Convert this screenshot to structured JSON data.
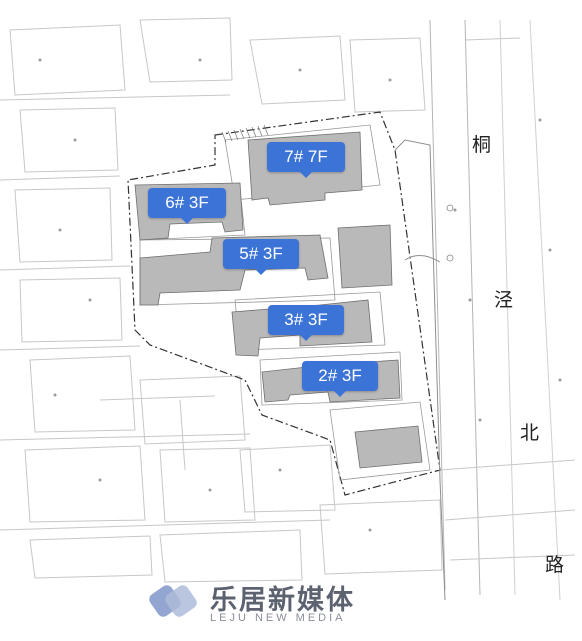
{
  "map": {
    "buildings": [
      {
        "id": "7",
        "label": "7# 7F"
      },
      {
        "id": "6",
        "label": "6# 3F"
      },
      {
        "id": "5",
        "label": "5# 3F"
      },
      {
        "id": "3",
        "label": "3# 3F"
      },
      {
        "id": "2",
        "label": "2# 3F"
      }
    ],
    "road_name_chars": [
      "桐",
      "泾",
      "北",
      "路"
    ],
    "colors": {
      "label_bg": "#3c73d6",
      "building_fill": "#b9b9b9",
      "linework": "#9a9a9a",
      "boundary": "#333333"
    }
  },
  "watermark": {
    "brand_cn": "乐居新媒体",
    "brand_en": "LEJU NEW MEDIA",
    "logo_icon": "leju-logo-icon"
  }
}
